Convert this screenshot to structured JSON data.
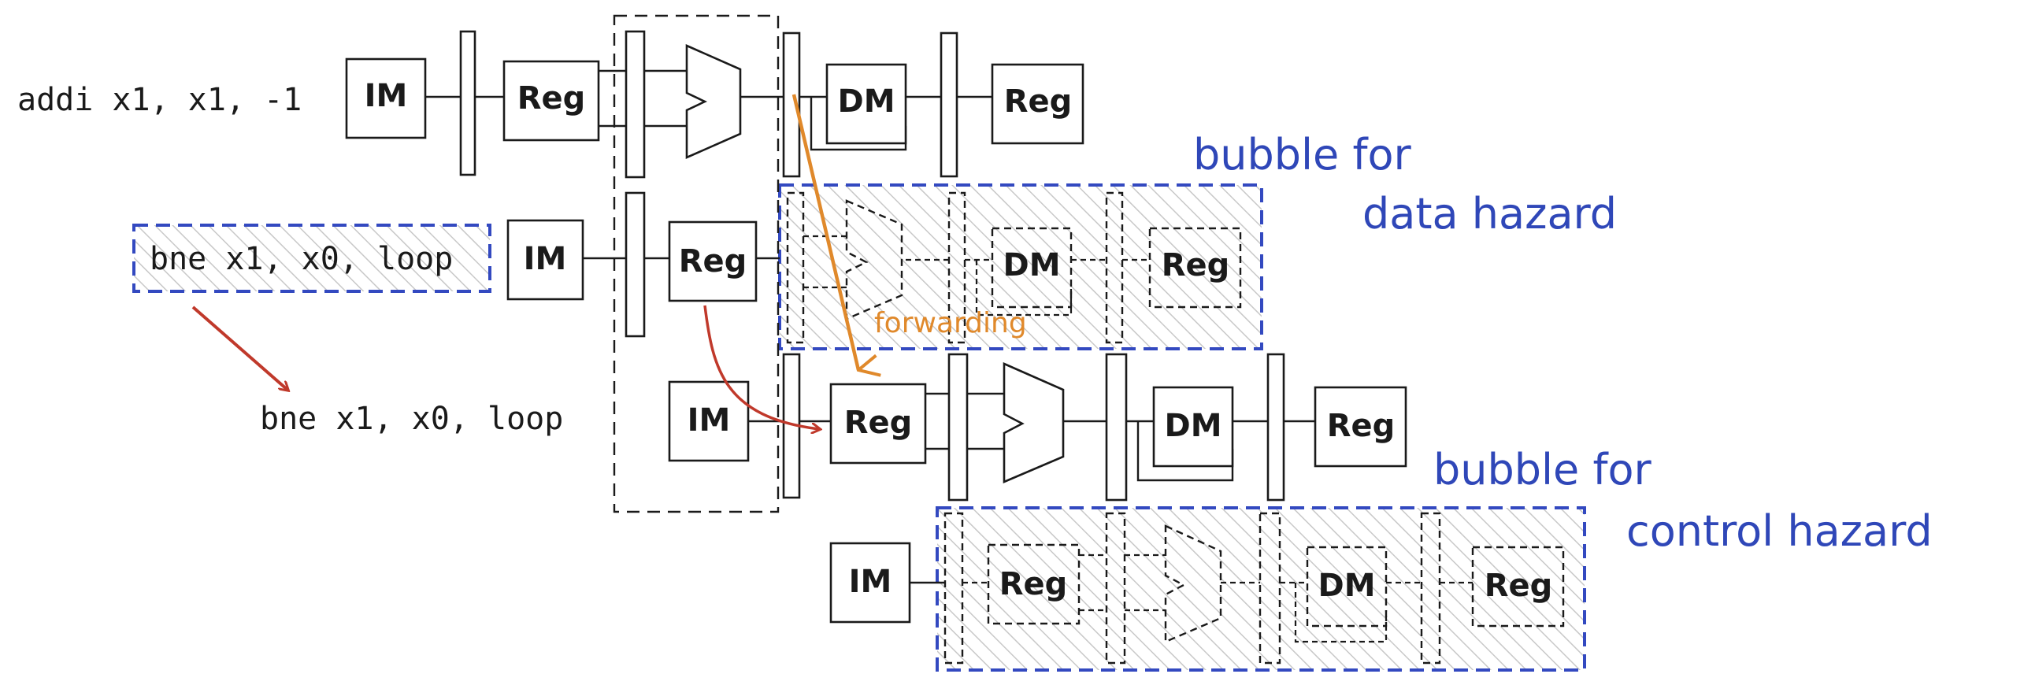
{
  "instructions": {
    "row1": "addi x1, x1, -1",
    "row2_bubble": "bne x1, x0, loop",
    "row3": "bne x1, x0, loop"
  },
  "stages": {
    "im": "IM",
    "reg": "Reg",
    "dm": "DM"
  },
  "annotations": {
    "data_bubble_line1": "bubble for",
    "data_bubble_line2": "data hazard",
    "control_bubble_line1": "bubble for",
    "control_bubble_line2": "control hazard",
    "forwarding": "forwarding"
  },
  "colors": {
    "bubble_outline": "#3349c0",
    "bubble_text": "#2f47b8",
    "forwarding_arrow": "#e0892b",
    "red_arrow": "#c0392b",
    "ink": "#1a1a1a"
  }
}
